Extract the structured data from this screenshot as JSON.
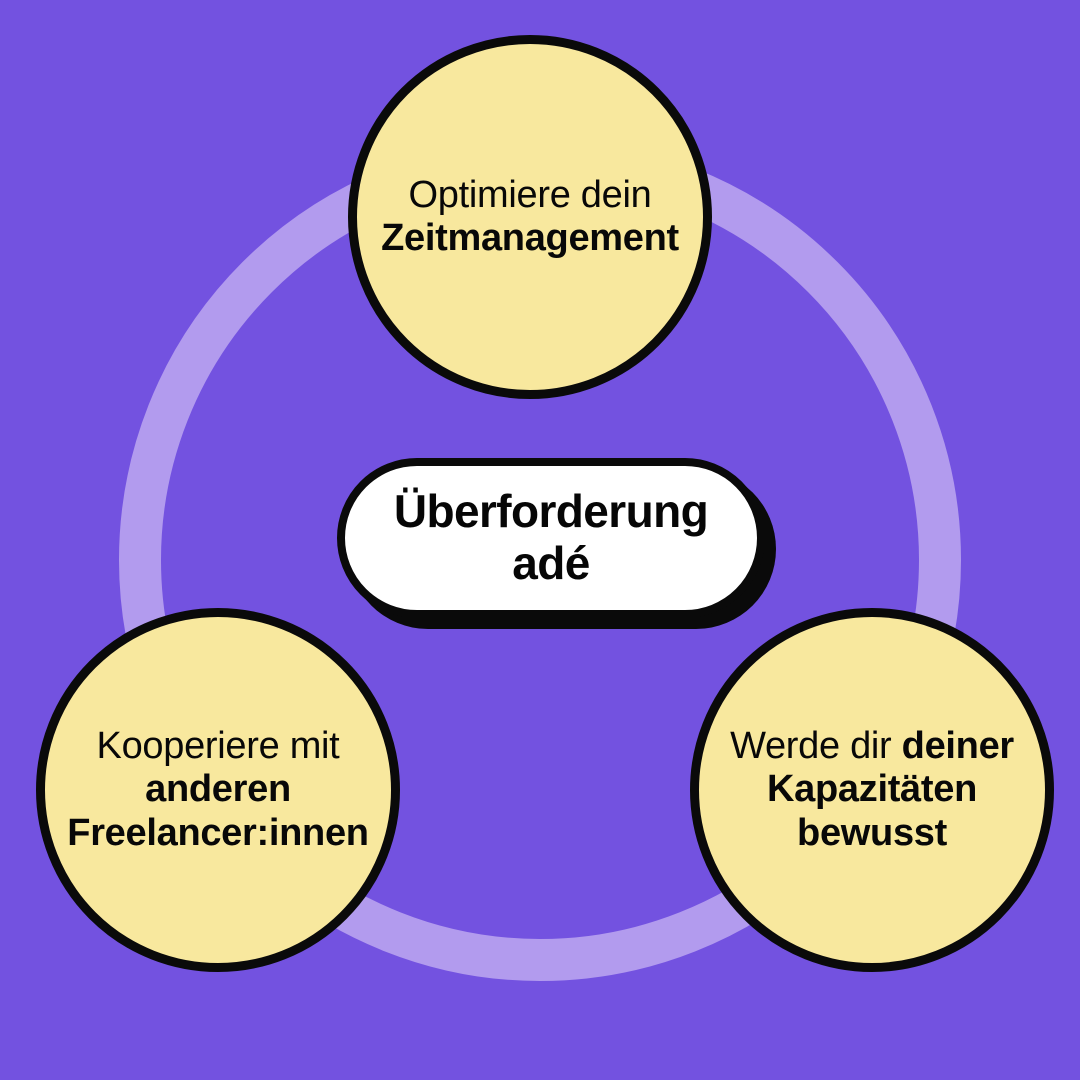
{
  "graphic": {
    "type": "cycle-diagram",
    "background_color": "#7352e0",
    "ring_color": "#b29bee",
    "node_fill_color": "#f8e89e",
    "node_border_color": "#0a0a0a",
    "badge_fill_color": "#ffffff",
    "text_color": "#080808",
    "language": "de"
  },
  "center": {
    "line1": "Überforderung",
    "line2": "adé"
  },
  "nodes": [
    {
      "id": "node-top",
      "position": "top",
      "line1_regular": "Optimiere dein",
      "line2_bold": "Zeitmanagement",
      "full_text": "Optimiere dein Zeitmanagement"
    },
    {
      "id": "node-left",
      "position": "bottom-left",
      "line1_regular": "Kooperiere mit",
      "line2_bold": "anderen",
      "line3_bold": "Freelancer:innen",
      "full_text": "Kooperiere mit anderen Freelancer:innen"
    },
    {
      "id": "node-right",
      "position": "bottom-right",
      "line1_regular": "Werde dir ",
      "line1_bold": "deiner",
      "line2_bold": "Kapazitäten",
      "line3_bold": "bewusst",
      "full_text": "Werde dir deiner Kapazitäten bewusst"
    }
  ]
}
